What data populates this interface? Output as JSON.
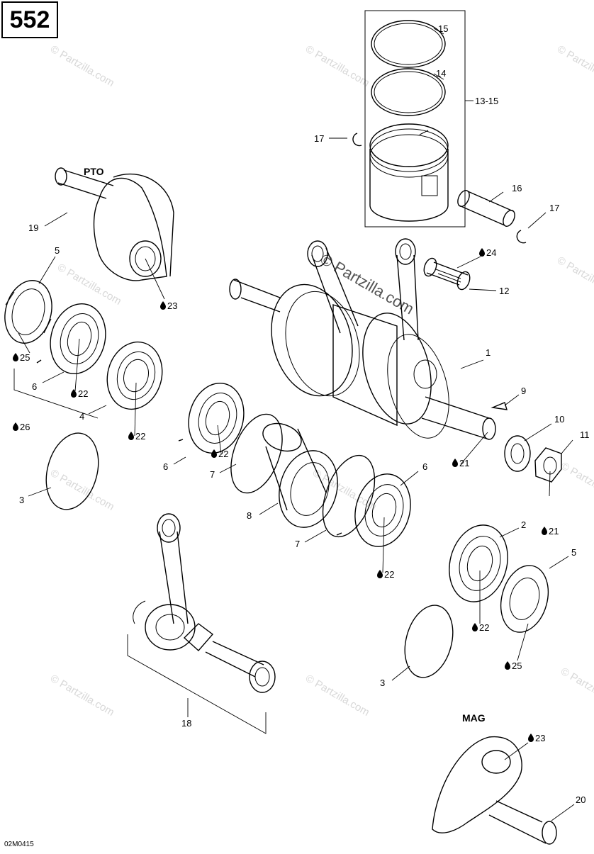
{
  "page_number": "552",
  "diagram_code": "02M0415",
  "watermark": "© Partzilla.com",
  "sections": {
    "pto": "PTO",
    "mag": "MAG"
  },
  "part_labels": {
    "p15": "15",
    "p14": "14",
    "p13_15": "13-15",
    "p17a": "17",
    "p17b": "17",
    "p16": "16",
    "p19": "19",
    "p23a": "23",
    "p24": "24",
    "p12": "12",
    "p5a": "5",
    "p25a": "25",
    "p6a": "6",
    "p22a": "22",
    "p4": "4",
    "p26": "26",
    "p22b": "22",
    "p1": "1",
    "p9": "9",
    "p10": "10",
    "p11": "11",
    "p21a": "21",
    "p21b": "21",
    "p6b": "6",
    "p22c": "22",
    "p7a": "7",
    "p8": "8",
    "p6c": "6",
    "p3a": "3",
    "p7b": "7",
    "p22d": "22",
    "p2": "2",
    "p5b": "5",
    "p22e": "22",
    "p25b": "25",
    "p3b": "3",
    "p18": "18",
    "p23b": "23",
    "p20": "20"
  }
}
